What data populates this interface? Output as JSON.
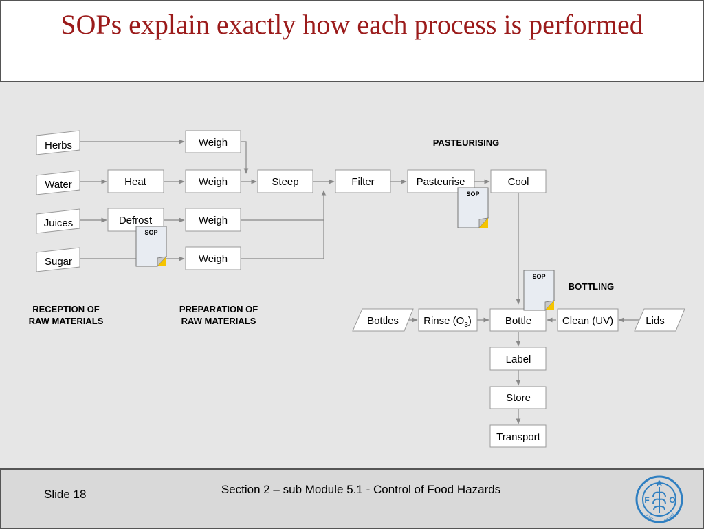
{
  "title": "SOPs explain exactly how each process is performed",
  "footer": {
    "slide": "Slide 18",
    "section": "Section 2 – sub Module 5.1 - Control of Food Hazards"
  },
  "logo": {
    "top": "A",
    "left": "F",
    "right": "O",
    "ring_left": "FIAT",
    "ring_right": "PANIS"
  },
  "sections": {
    "pasteurising": "PASTEURISING",
    "bottling": "BOTTLING",
    "reception_1": "RECEPTION OF",
    "reception_2": "RAW MATERIALS",
    "preparation_1": "PREPARATION OF",
    "preparation_2": "RAW MATERIALS"
  },
  "inputs": {
    "herbs": "Herbs",
    "water": "Water",
    "juices": "Juices",
    "sugar": "Sugar",
    "bottles": "Bottles",
    "lids": "Lids"
  },
  "steps": {
    "weigh_1": "Weigh",
    "weigh_2": "Weigh",
    "weigh_3": "Weigh",
    "weigh_4": "Weigh",
    "heat": "Heat",
    "defrost": "Defrost",
    "steep": "Steep",
    "filter": "Filter",
    "pasteurise": "Pasteurise",
    "cool": "Cool",
    "rinse": "Rinse (O",
    "rinse_sub": "3",
    "rinse_close": ")",
    "bottle": "Bottle",
    "clean": "Clean (UV)",
    "label": "Label",
    "store": "Store",
    "transport": "Transport"
  },
  "sop_label": "SOP"
}
